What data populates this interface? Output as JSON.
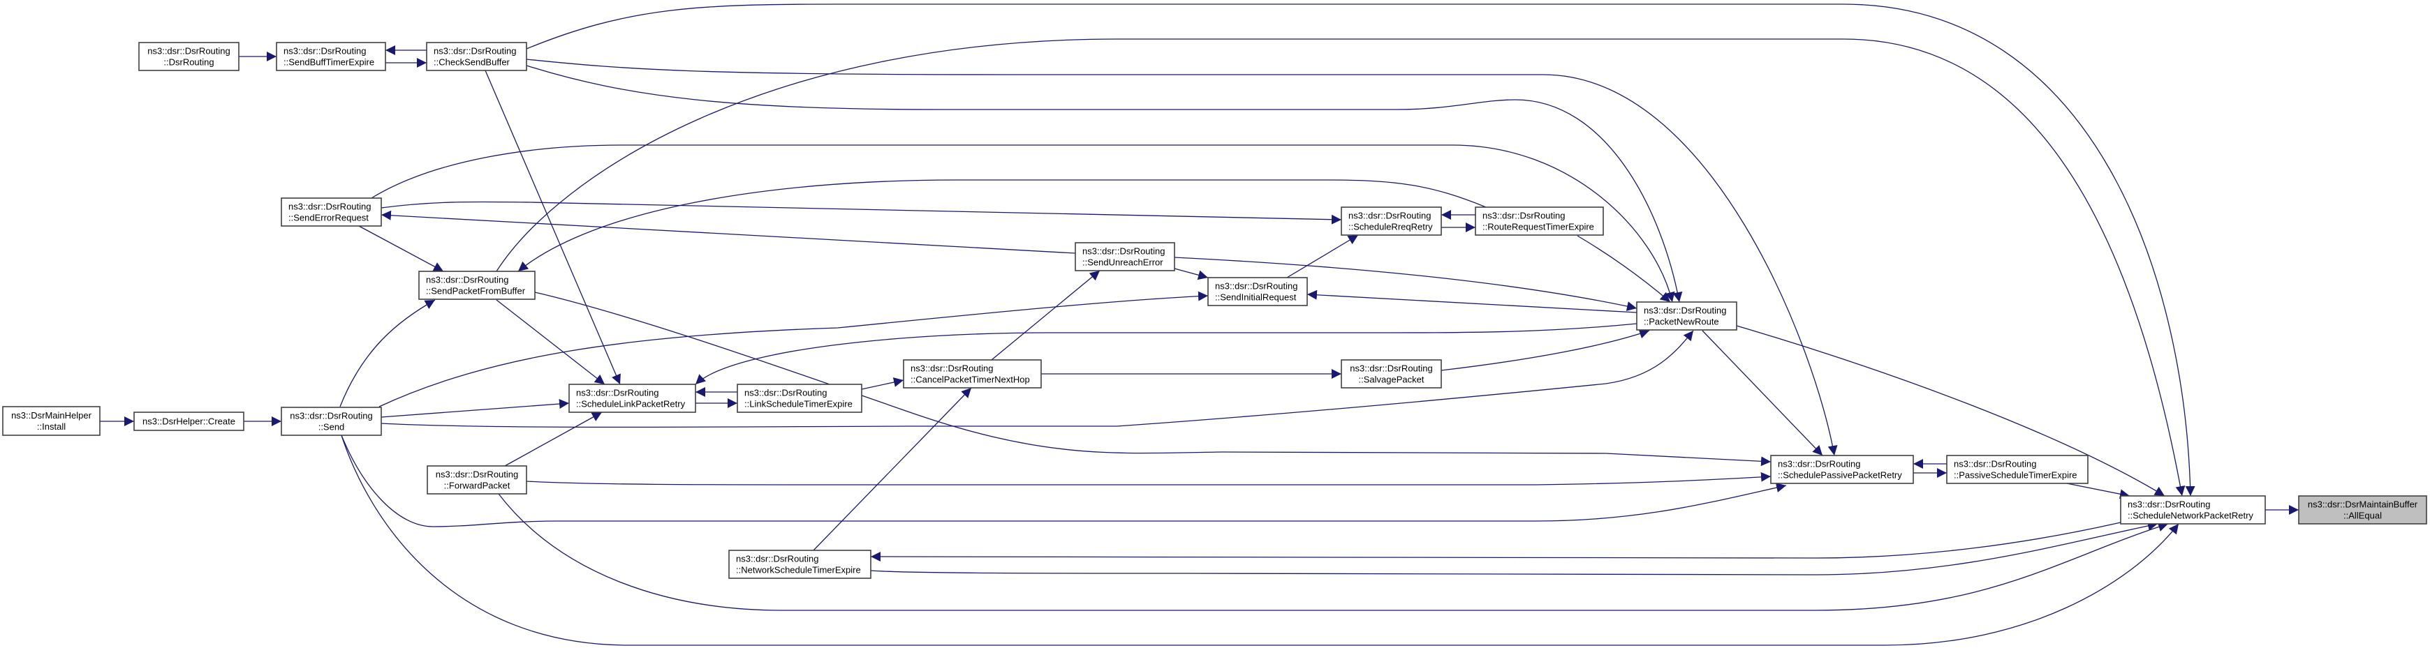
{
  "graph": {
    "type": "caller-graph",
    "edge_color": "#191970",
    "highlight_fill": "#bfbfbf"
  },
  "nodes": [
    {
      "lines": [
        "ns3::dsr::DsrRouting",
        "::DsrRouting"
      ]
    },
    {
      "lines": [
        "ns3::dsr::DsrRouting",
        "::SendBuffTimerExpire"
      ]
    },
    {
      "lines": [
        "ns3::dsr::DsrRouting",
        "::CheckSendBuffer"
      ]
    },
    {
      "lines": [
        "ns3::dsr::DsrRouting",
        "::SendErrorRequest"
      ]
    },
    {
      "lines": [
        "ns3::dsr::DsrRouting",
        "::SendPacketFromBuffer"
      ]
    },
    {
      "lines": [
        "ns3::DsrMainHelper",
        "::Install"
      ]
    },
    {
      "lines": [
        "ns3::DsrHelper::Create"
      ]
    },
    {
      "lines": [
        "ns3::dsr::DsrRouting",
        "::Send"
      ]
    },
    {
      "lines": [
        "ns3::dsr::DsrRouting",
        "::ScheduleLinkPacketRetry"
      ]
    },
    {
      "lines": [
        "ns3::dsr::DsrRouting",
        "::LinkScheduleTimerExpire"
      ]
    },
    {
      "lines": [
        "ns3::dsr::DsrRouting",
        "::ForwardPacket"
      ]
    },
    {
      "lines": [
        "ns3::dsr::DsrRouting",
        "::NetworkScheduleTimerExpire"
      ]
    },
    {
      "lines": [
        "ns3::dsr::DsrRouting",
        "::CancelPacketTimerNextHop"
      ]
    },
    {
      "lines": [
        "ns3::dsr::DsrRouting",
        "::SendUnreachError"
      ]
    },
    {
      "lines": [
        "ns3::dsr::DsrRouting",
        "::SendInitialRequest"
      ]
    },
    {
      "lines": [
        "ns3::dsr::DsrRouting",
        "::ScheduleRreqRetry"
      ]
    },
    {
      "lines": [
        "ns3::dsr::DsrRouting",
        "::RouteRequestTimerExpire"
      ]
    },
    {
      "lines": [
        "ns3::dsr::DsrRouting",
        "::SalvagePacket"
      ]
    },
    {
      "lines": [
        "ns3::dsr::DsrRouting",
        "::PacketNewRoute"
      ]
    },
    {
      "lines": [
        "ns3::dsr::DsrRouting",
        "::SchedulePassivePacketRetry"
      ]
    },
    {
      "lines": [
        "ns3::dsr::DsrRouting",
        "::PassiveScheduleTimerExpire"
      ]
    },
    {
      "lines": [
        "ns3::dsr::DsrRouting",
        "::ScheduleNetworkPacketRetry"
      ]
    },
    {
      "lines": [
        "ns3::dsr::DsrMaintainBuffer",
        "::AllEqual"
      ],
      "current": true
    }
  ],
  "edges": [
    {
      "from": 21,
      "to": 22
    },
    {
      "from": 20,
      "to": 21
    },
    {
      "from": 19,
      "to": 20
    },
    {
      "from": 20,
      "to": 19
    },
    {
      "from": 18,
      "to": 21
    },
    {
      "from": 18,
      "to": 19
    },
    {
      "from": 2,
      "to": 21
    },
    {
      "from": 4,
      "to": 21
    },
    {
      "from": 2,
      "to": 19
    },
    {
      "from": 2,
      "to": 18
    },
    {
      "from": 3,
      "to": 18
    },
    {
      "from": 16,
      "to": 4
    },
    {
      "from": 3,
      "to": 15
    },
    {
      "from": 13,
      "to": 3
    },
    {
      "from": 15,
      "to": 16
    },
    {
      "from": 16,
      "to": 15
    },
    {
      "from": 16,
      "to": 18
    },
    {
      "from": 14,
      "to": 15
    },
    {
      "from": 13,
      "to": 14
    },
    {
      "from": 13,
      "to": 18
    },
    {
      "from": 18,
      "to": 14
    },
    {
      "from": 7,
      "to": 14
    },
    {
      "from": 12,
      "to": 13
    },
    {
      "from": 12,
      "to": 17
    },
    {
      "from": 17,
      "to": 18
    },
    {
      "from": 7,
      "to": 18
    },
    {
      "from": 18,
      "to": 8
    },
    {
      "from": 8,
      "to": 9
    },
    {
      "from": 9,
      "to": 8
    },
    {
      "from": 9,
      "to": 12
    },
    {
      "from": 11,
      "to": 12
    },
    {
      "from": 21,
      "to": 11
    },
    {
      "from": 11,
      "to": 21
    },
    {
      "from": 10,
      "to": 21
    },
    {
      "from": 7,
      "to": 21
    },
    {
      "from": 4,
      "to": 19
    },
    {
      "from": 10,
      "to": 19
    },
    {
      "from": 7,
      "to": 19
    },
    {
      "from": 4,
      "to": 8
    },
    {
      "from": 2,
      "to": 8
    },
    {
      "from": 10,
      "to": 8
    },
    {
      "from": 7,
      "to": 8
    },
    {
      "from": 3,
      "to": 4
    },
    {
      "from": 7,
      "to": 4
    },
    {
      "from": 0,
      "to": 1
    },
    {
      "from": 1,
      "to": 2
    },
    {
      "from": 2,
      "to": 1
    },
    {
      "from": 5,
      "to": 6
    },
    {
      "from": 6,
      "to": 7
    }
  ]
}
